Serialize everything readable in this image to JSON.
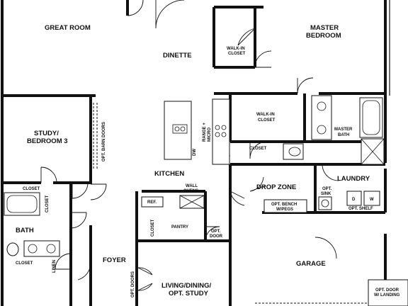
{
  "rooms": {
    "great_room": "GREAT ROOM",
    "dinette": "DINETTE",
    "master_bedroom_1": "MASTER",
    "master_bedroom_2": "BEDROOM",
    "study_1": "STUDY/",
    "study_2": "BEDROOM 3",
    "kitchen": "KITCHEN",
    "drop_zone": "DROP ZONE",
    "laundry": "LAUNDRY",
    "bath": "BATH",
    "foyer": "FOYER",
    "garage": "GARAGE",
    "living_1": "LIVING/DINING/",
    "living_2": "OPT. STUDY"
  },
  "labels": {
    "walkin_top_1": "WALK-IN",
    "walkin_top_2": "CLOSET",
    "walkin_master_1": "WALK-IN",
    "walkin_master_2": "CLOSET",
    "master_bath_1": "MASTER",
    "master_bath_2": "BATH",
    "closet_hall": "CLOSET",
    "closet_bath": "CLOSET",
    "closet_bath_side": "CLOSET",
    "closet_bottom": "CLOSET",
    "closet_pantry": "CLOSET",
    "linen": "LINEN",
    "opt_barn_doors": "OPT. BARN DOORS",
    "range_1": "RANGE +",
    "range_2": "MICRO",
    "dw": "DW",
    "wall_ovens_1": "WALL",
    "wall_ovens_2": "OVENS",
    "ref": "REF.",
    "pantry": "PANTRY",
    "opt_door_1": "OPT.",
    "opt_door_2": "DOOR",
    "opt_doors": "OPT. DOORS",
    "opt_sink_1": "OPT.",
    "opt_sink_2": "SINK",
    "opt_bench_1": "OPT. BENCH",
    "opt_bench_2": "W/PEGS",
    "opt_shelf": "OPT. SHELF",
    "washer": "W",
    "dryer": "D",
    "opt_landing_1": "OPT. DOOR",
    "opt_landing_2": "W/ LANDING"
  }
}
